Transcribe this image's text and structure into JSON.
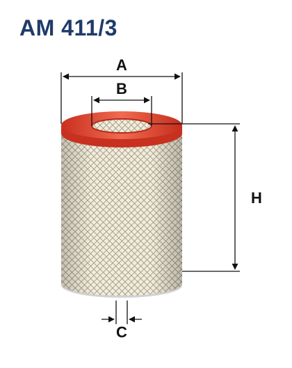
{
  "product": {
    "code": "AM 411/3"
  },
  "dimensions": {
    "a": "A",
    "b": "B",
    "c": "C",
    "h": "H"
  },
  "colors": {
    "title": "#1f3b6b",
    "end_cap": "#e0402f",
    "mesh": "#9a9a94",
    "paper": "#f4ecd6"
  }
}
